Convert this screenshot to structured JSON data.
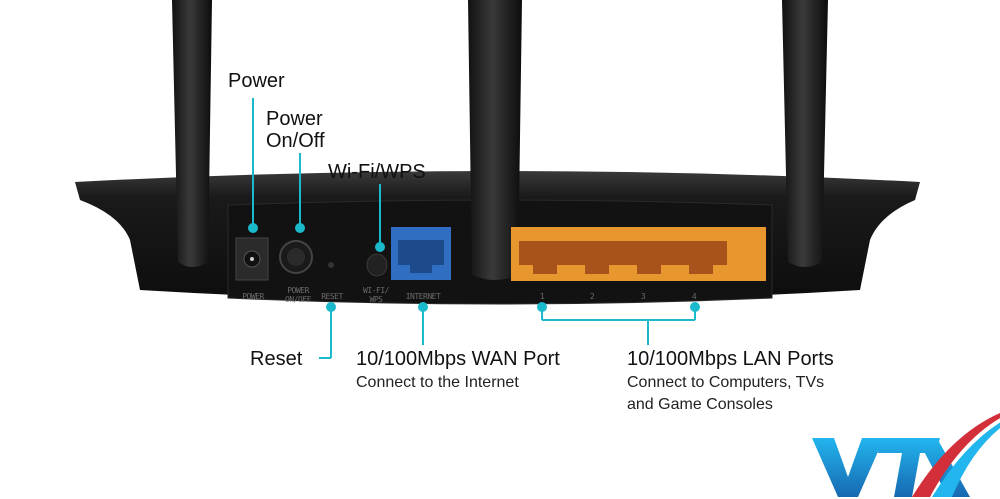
{
  "callouts": {
    "power": "Power",
    "power_onoff_1": "Power",
    "power_onoff_2": "On/Off",
    "wifi_wps": "Wi-Fi/WPS",
    "reset": "Reset",
    "wan_title": "10/100Mbps WAN Port",
    "wan_desc": "Connect to the Internet",
    "lan_title": "10/100Mbps LAN Ports",
    "lan_desc_1": "Connect to Computers, TVs",
    "lan_desc_2": "and Game Consoles"
  },
  "port_labels": {
    "power": "POWER",
    "power_onoff_1": "POWER",
    "power_onoff_2": "ON/OFF",
    "reset": "RESET",
    "wifi_1": "WI-FI/",
    "wifi_2": "WPS",
    "internet": "INTERNET",
    "lan": [
      "1",
      "2",
      "3",
      "4"
    ]
  },
  "logo": {
    "text": "VTX"
  },
  "colors": {
    "callout": "#1ab9cc",
    "wan_port": "#2f6ec0",
    "lan_port": "#e8962e",
    "logo_blue": "#1a8fd6",
    "logo_red": "#d32f3a"
  }
}
